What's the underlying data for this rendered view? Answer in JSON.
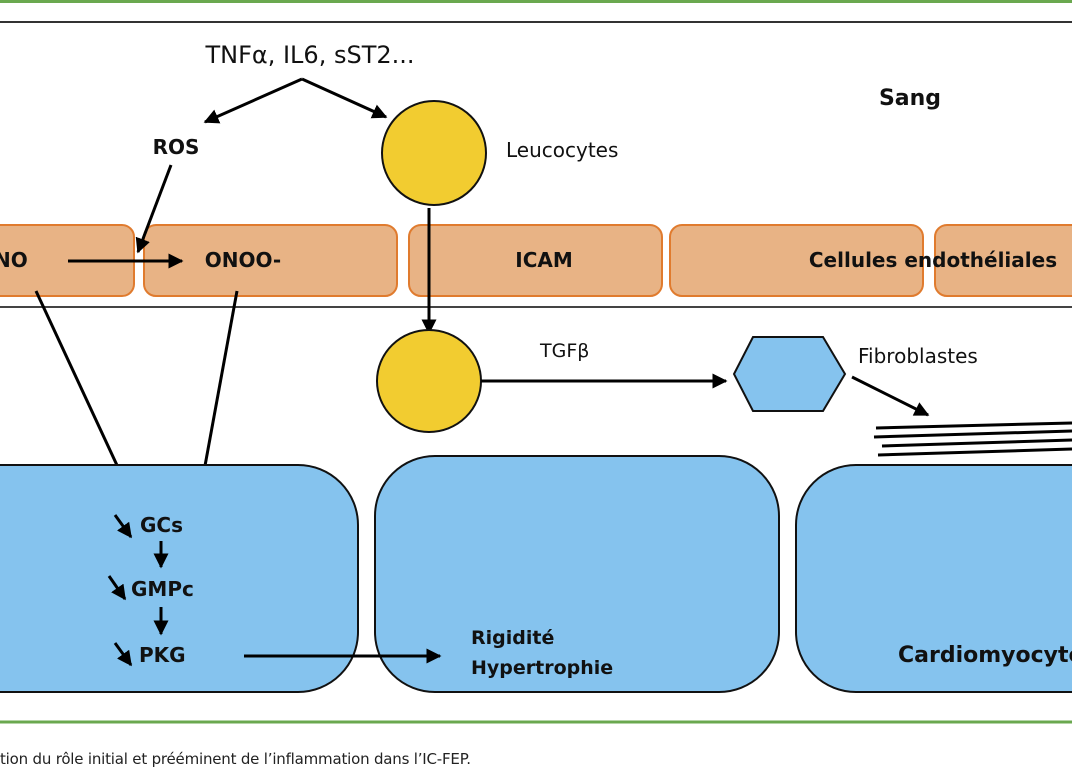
{
  "labels": {
    "cytokines": "TNFα, IL6, sST2...",
    "ros": "ROS",
    "leucocytes": "Leucocytes",
    "sang": "Sang",
    "no": "NO",
    "onoo": "ONOO-",
    "icam": "ICAM",
    "endothelial": "Cellules endothéliales",
    "tgfb": "TGFβ",
    "fibroblastes": "Fibroblastes",
    "gcs": "GCs",
    "gmpc": "GMPc",
    "pkg": "PKG",
    "rigidite": "Rigidité",
    "hypertrophie": "Hypertrophie",
    "cardiomyocytes": "Cardiomyocytes"
  },
  "caption": "tion du rôle initial et prééminent de l’inflammation dans l’IC-FEP.",
  "colors": {
    "frame_green": "#6aa84f",
    "endothelium_fill": "#e8b385",
    "endothelium_stroke": "#e07b2e",
    "leucocyte_fill": "#f2cc30",
    "cell_fill": "#85c3ee",
    "line": "#000000"
  }
}
